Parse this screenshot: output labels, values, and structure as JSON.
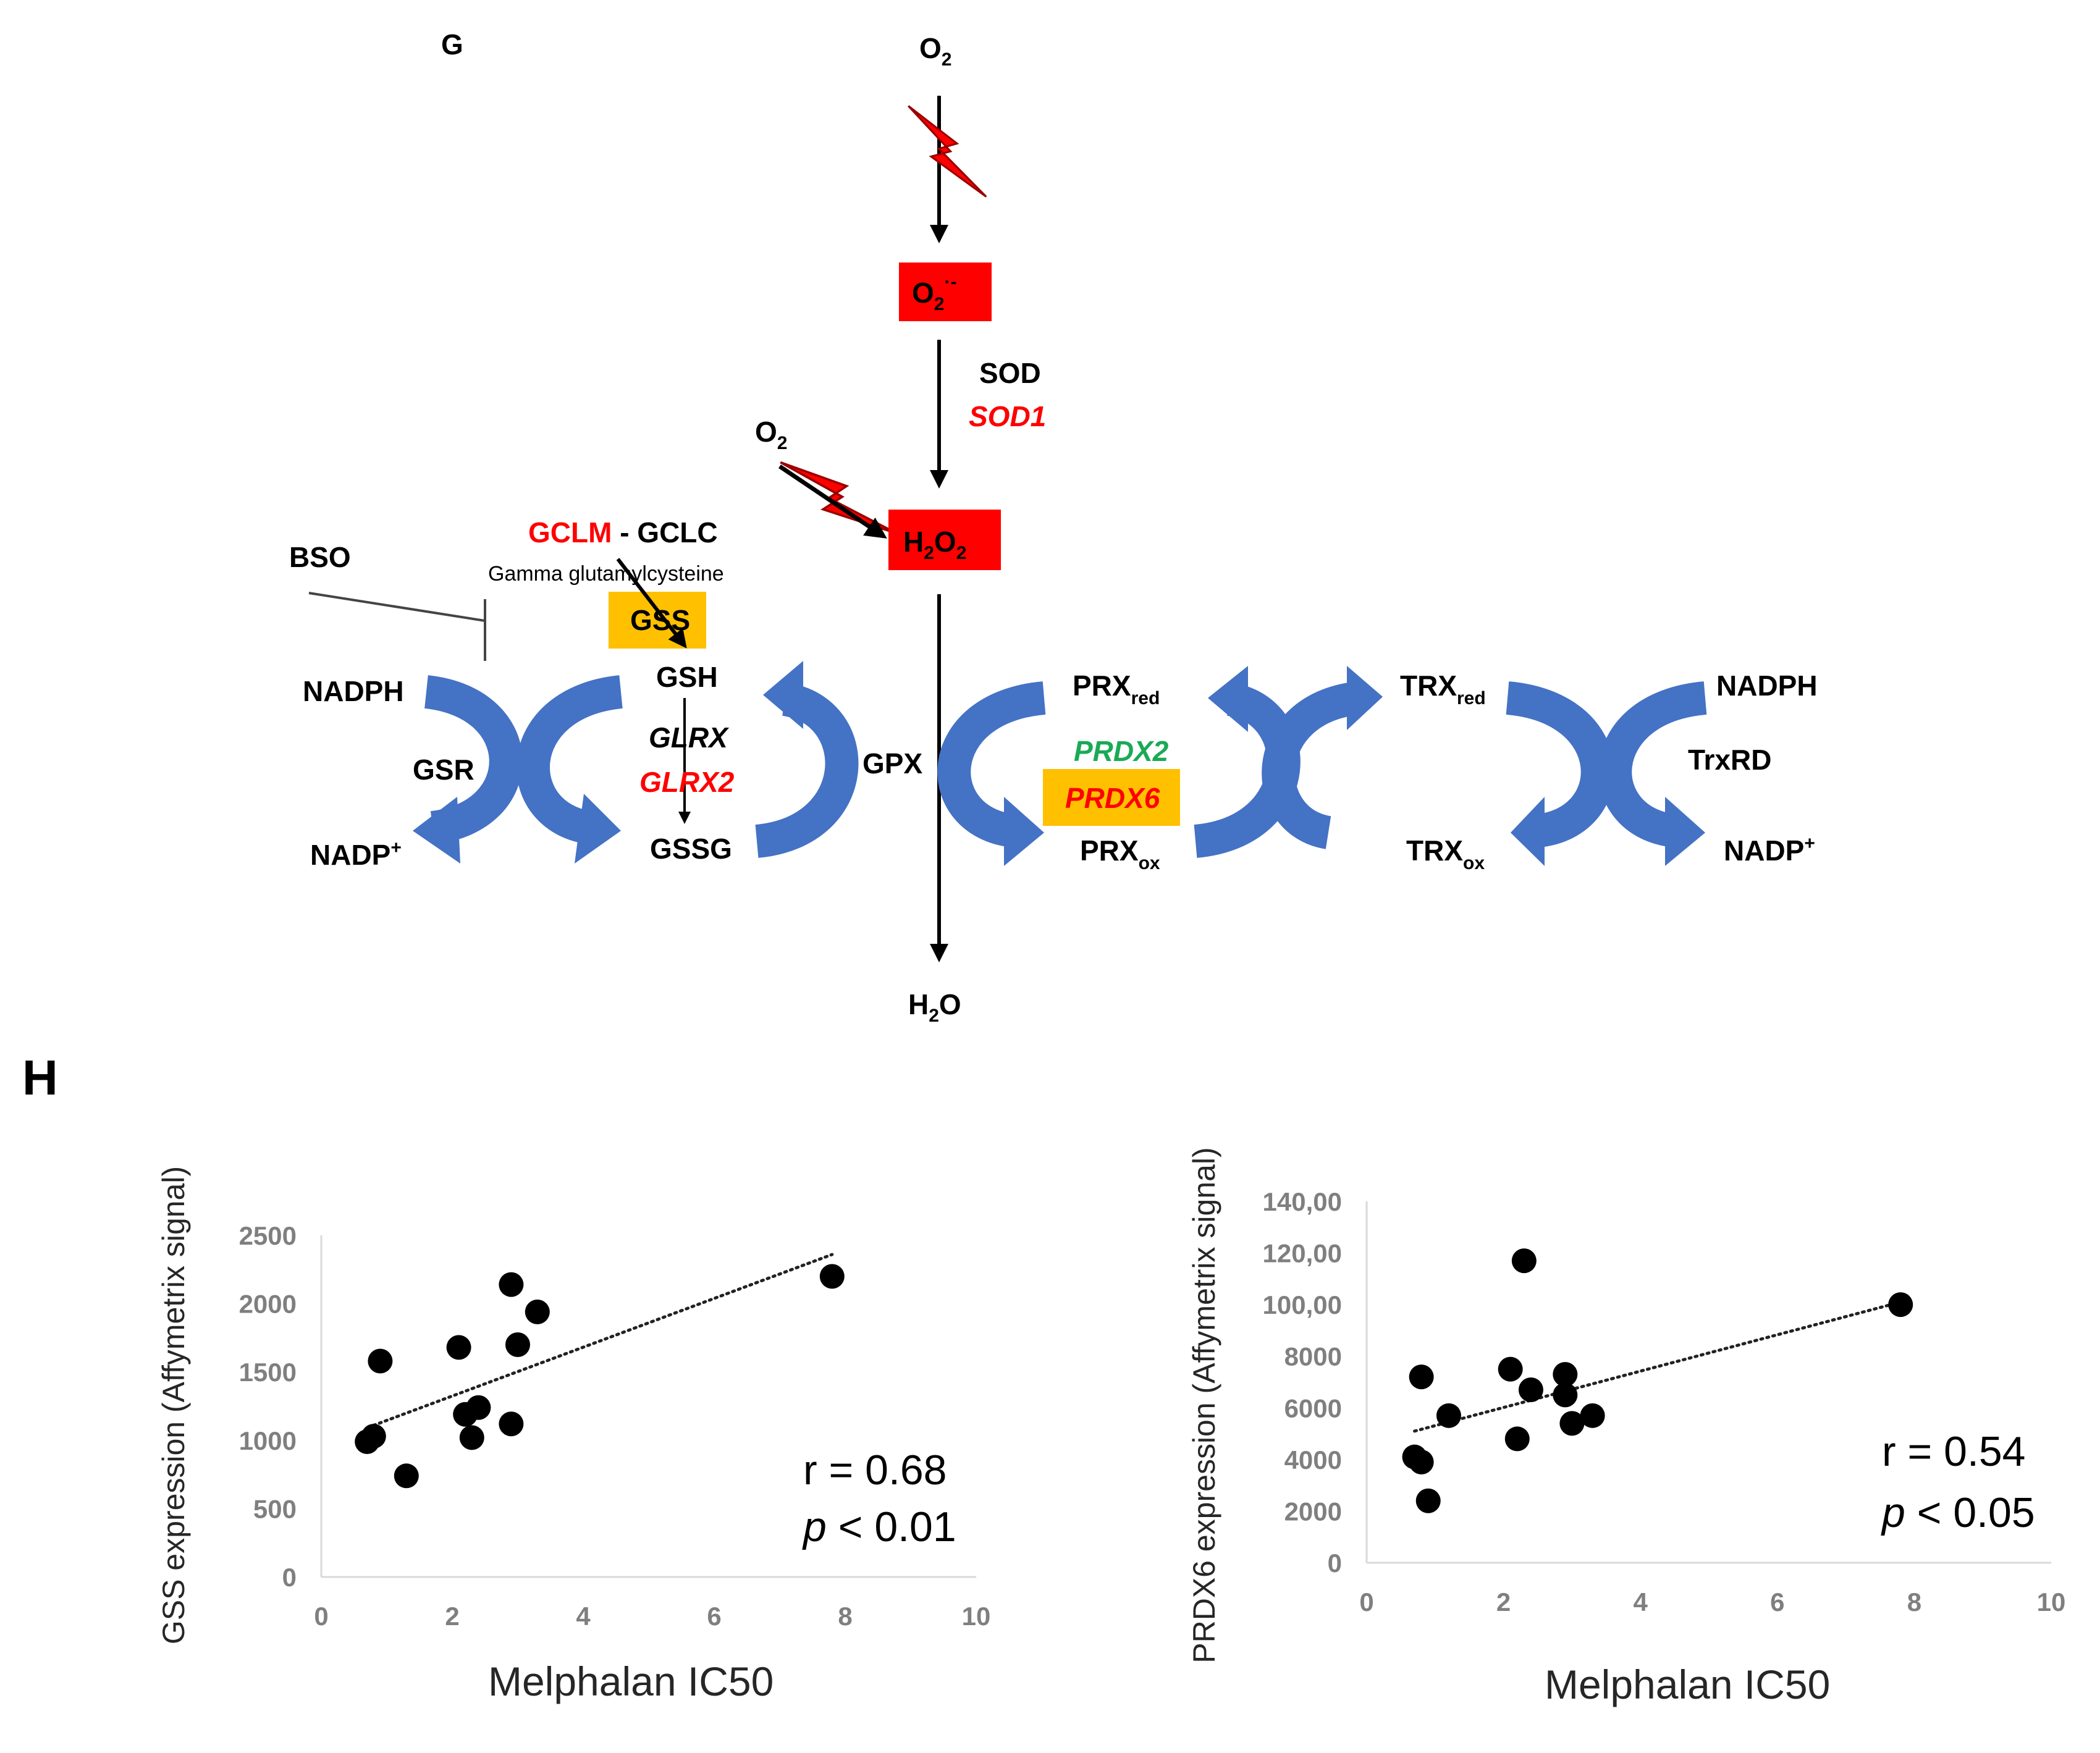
{
  "panel_g": {
    "label": "G",
    "o2_top": {
      "main": "O",
      "sub": "2"
    },
    "superoxide": {
      "main": "O",
      "sub": "2",
      "sup": "·-"
    },
    "sod": "SOD",
    "sod1": "SOD1",
    "o2_side": {
      "main": "O",
      "sub": "2"
    },
    "h2o2": {
      "a": "H",
      "b": "2",
      "c": "O",
      "d": "2"
    },
    "gclm": "GCLM",
    "gclc": " - GCLC",
    "gamma": "Gamma glutamylcysteine",
    "bso": "BSO",
    "gss": "GSS",
    "gsh": "GSH",
    "glrx": "GLRX",
    "glrx2": "GLRX2",
    "gssg": "GSSG",
    "nadph_left": "NADPH",
    "gsr": "GSR",
    "nadp_left": {
      "main": "NADP",
      "sup": "+"
    },
    "gpx": "GPX",
    "prx_red": {
      "main": "PRX",
      "sub": "red"
    },
    "prdx2": "PRDX2",
    "prdx6": "PRDX6",
    "prx_ox": {
      "main": "PRX",
      "sub": "ox"
    },
    "trx_red": {
      "main": "TRX",
      "sub": "red"
    },
    "trx_ox": {
      "main": "TRX",
      "sub": "ox"
    },
    "nadph_right": "NADPH",
    "trxrd": "TrxRD",
    "nadp_right": {
      "main": "NADP",
      "sup": "+"
    },
    "h2o": {
      "a": "H",
      "b": "2",
      "c": "O"
    }
  },
  "panel_h": {
    "label": "H"
  },
  "colors": {
    "red_box": "#ff0000",
    "orange_box": "#ffc000",
    "red_text": "#ff0000",
    "green_text": "#1aaa55",
    "cycle_arrow": "#4472c4",
    "lightning": "#ff0000"
  },
  "chart_data": [
    {
      "type": "scatter",
      "title": "",
      "xlabel": "Melphalan  IC50",
      "ylabel": "GSS expression (Affymetrix signal)",
      "xlim": [
        0,
        10
      ],
      "ylim": [
        0,
        2500
      ],
      "x_ticks": [
        "0",
        "2",
        "4",
        "6",
        "8",
        "10"
      ],
      "y_ticks": [
        "0",
        "500",
        "1000",
        "1500",
        "2000",
        "2500"
      ],
      "grid": false,
      "trendline": {
        "style": "dotted",
        "x": [
          0.8,
          7.8
        ],
        "y": [
          1110,
          2360
        ]
      },
      "points": [
        {
          "x": 0.7,
          "y": 990
        },
        {
          "x": 0.8,
          "y": 1030
        },
        {
          "x": 0.9,
          "y": 1580
        },
        {
          "x": 1.3,
          "y": 740
        },
        {
          "x": 2.1,
          "y": 1680
        },
        {
          "x": 2.2,
          "y": 1190
        },
        {
          "x": 2.3,
          "y": 1020
        },
        {
          "x": 2.4,
          "y": 1240
        },
        {
          "x": 2.9,
          "y": 2140
        },
        {
          "x": 2.9,
          "y": 1120
        },
        {
          "x": 3.0,
          "y": 1700
        },
        {
          "x": 3.3,
          "y": 1940
        },
        {
          "x": 7.8,
          "y": 2200
        }
      ],
      "annotation": {
        "r": "r = 0.68",
        "p_sym": "p",
        "p_rest": " < 0.01"
      }
    },
    {
      "type": "scatter",
      "title": "",
      "xlabel": "Melphalan  IC50",
      "ylabel": "PRDX6 expression (Affymetrix signal)",
      "xlim": [
        0,
        10
      ],
      "ylim": [
        0,
        14000
      ],
      "x_ticks": [
        "0",
        "2",
        "4",
        "6",
        "8",
        "10"
      ],
      "y_ticks": [
        "0",
        "2000",
        "4000",
        "6000",
        "8000",
        "100,00",
        "120,00",
        "140,00"
      ],
      "grid": false,
      "trendline": {
        "style": "dotted",
        "x": [
          0.7,
          7.8
        ],
        "y": [
          5100,
          10100
        ]
      },
      "points": [
        {
          "x": 0.7,
          "y": 4100
        },
        {
          "x": 0.8,
          "y": 7200
        },
        {
          "x": 0.8,
          "y": 3900
        },
        {
          "x": 0.9,
          "y": 2400
        },
        {
          "x": 1.2,
          "y": 5700
        },
        {
          "x": 2.1,
          "y": 7500
        },
        {
          "x": 2.2,
          "y": 4800
        },
        {
          "x": 2.3,
          "y": 11700
        },
        {
          "x": 2.4,
          "y": 6700
        },
        {
          "x": 2.9,
          "y": 7300
        },
        {
          "x": 2.9,
          "y": 6500
        },
        {
          "x": 3.0,
          "y": 5400
        },
        {
          "x": 3.3,
          "y": 5700
        },
        {
          "x": 7.8,
          "y": 10000
        }
      ],
      "annotation": {
        "r": "r = 0.54",
        "p_sym": "p",
        "p_rest": " < 0.05"
      }
    }
  ]
}
